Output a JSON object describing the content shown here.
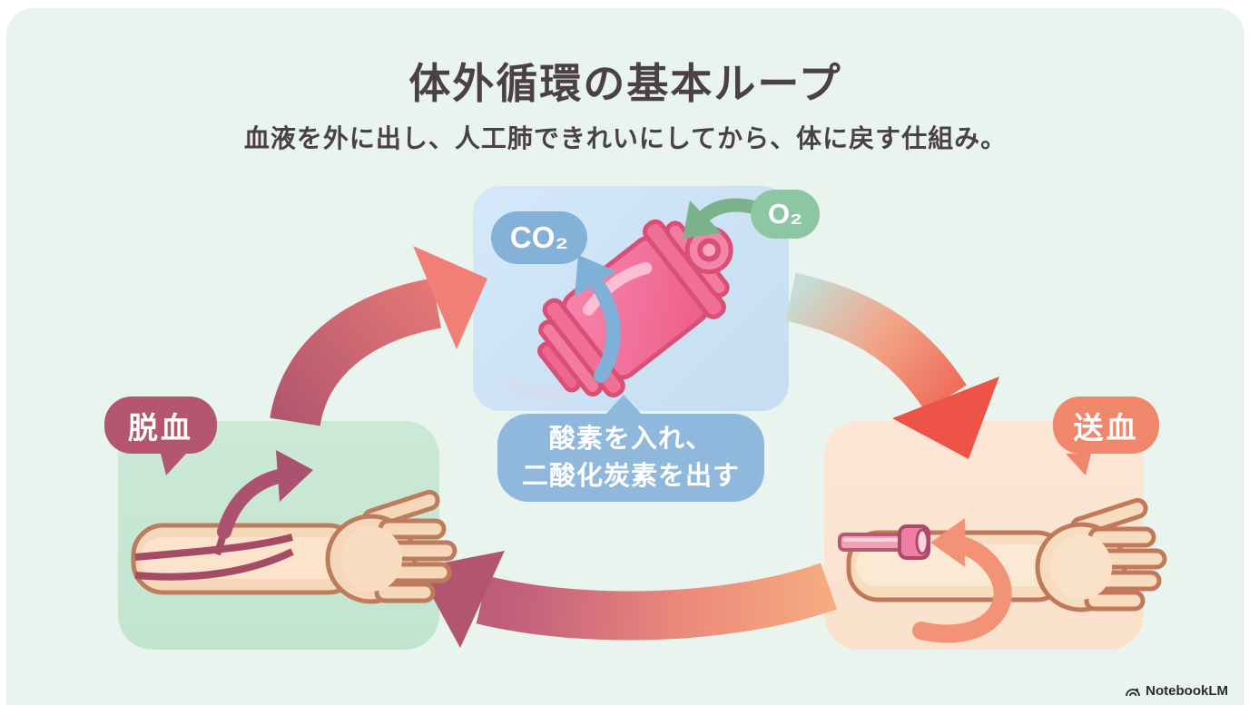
{
  "header": {
    "title": "体外循環の基本ループ",
    "subtitle": "血液を外に出し、人工肺できれいにしてから、体に戻す仕組み。"
  },
  "oxygenator": {
    "co2_label": "CO₂",
    "o2_label": "O₂",
    "caption_line1": "酸素を入れ、",
    "caption_line2": "二酸化炭素を出す"
  },
  "stations": {
    "drainage_label": "脱血",
    "return_label": "送血"
  },
  "footer": {
    "brand": "NotebookLM"
  },
  "colors": {
    "card_bg": "#e9f4ee",
    "text_dark": "#4b4043",
    "panel_left_green": "#c7e7d3",
    "panel_right_peach": "#fbe3d0",
    "panel_center_blue": "#cde3f5",
    "bubble_blue": "#8fb8dc",
    "co2_badge_blue": "#84b1d8",
    "o2_badge_green": "#8dc6a2",
    "drain_badge_rose": "#b4566f",
    "return_badge_coral": "#f0876c",
    "loop_rose": "#b2566f",
    "loop_salmon": "#f08077",
    "loop_red": "#ee5347",
    "device_pink": "#f2709b",
    "skin": "#f7d7ba"
  }
}
